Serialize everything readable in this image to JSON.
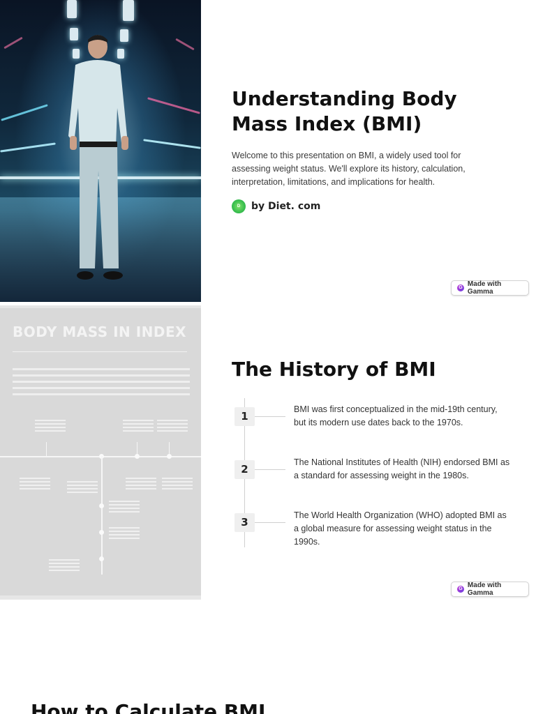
{
  "slide1": {
    "title": "Understanding Body Mass Index (BMI)",
    "intro": "Welcome to this presentation on BMI, a widely used tool for assessing weight status. We'll explore its history, calculation, interpretation, limitations, and implications for health.",
    "author": "by Diet. com",
    "badge": "Made with Gamma"
  },
  "slide2": {
    "title": "The History of BMI",
    "image_title": "BODY MASS IN INDEX",
    "steps": [
      {
        "num": "1",
        "text": "BMI was first conceptualized in the mid-19th century, but its modern use dates back to the 1970s."
      },
      {
        "num": "2",
        "text": "The National Institutes of Health (NIH) endorsed BMI as a standard for assessing weight in the 1980s."
      },
      {
        "num": "3",
        "text": "The World Health Organization (WHO) adopted BMI as a global measure for assessing weight status in the 1990s."
      }
    ],
    "badge": "Made with Gamma"
  },
  "slide3": {
    "title": "How to Calculate BMI"
  },
  "colors": {
    "gamma_gradient_start": "#c13bd6",
    "gamma_gradient_end": "#6a3fe0",
    "logo_green": "#2fb84a"
  }
}
